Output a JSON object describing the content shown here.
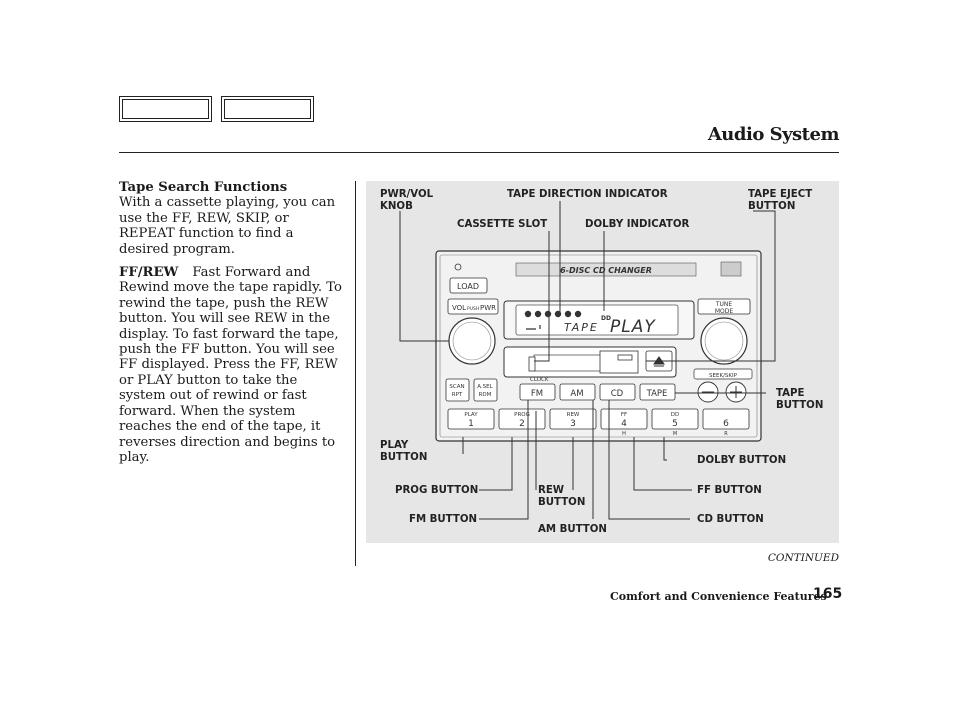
{
  "header": {
    "title": "Audio System"
  },
  "body": {
    "heading": "Tape Search Functions",
    "intro": "With a cassette playing, you can use the FF, REW, SKIP, or REPEAT function to find a desired program.",
    "ffrew_label": "FF/REW",
    "ffrew_text": "Fast Forward and Rewind move the tape rapidly. To rewind the tape, push the REW button. You will see REW in the display. To fast forward the tape, push the FF button. You will see FF displayed. Press the FF, REW or PLAY button to take the system out of rewind or fast forward. When the system reaches the end of the tape, it reverses direction and begins to play."
  },
  "figure": {
    "callouts": {
      "pwr_vol_knob": "PWR/VOL\nKNOB",
      "tape_direction_indicator": "TAPE DIRECTION INDICATOR",
      "tape_eject_button": "TAPE EJECT\nBUTTON",
      "cassette_slot": "CASSETTE SLOT",
      "dolby_indicator": "DOLBY INDICATOR",
      "tape_button": "TAPE\nBUTTON",
      "play_button": "PLAY\nBUTTON",
      "dolby_button": "DOLBY BUTTON",
      "prog_button": "PROG BUTTON",
      "rew_button": "REW\nBUTTON",
      "ff_button": "FF BUTTON",
      "fm_button": "FM BUTTON",
      "am_button": "AM BUTTON",
      "cd_button": "CD BUTTON"
    },
    "radio": {
      "brand_strip": "6-DISC CD CHANGER",
      "load": "LOAD",
      "vol": "VOL",
      "push": "PUSH",
      "pwr": "PWR",
      "tune": "TUNE",
      "mode": "MODE",
      "display_tape": "TAPE",
      "display_play": "PLAY",
      "dolby_mark": "DD",
      "clock": "CLOCK",
      "scan": "SCAN",
      "rpt": "RPT",
      "asel": "A.SEL",
      "rdm": "RDM",
      "seek_skip": "SEEK/SKIP",
      "band_buttons": [
        "FM",
        "AM",
        "CD",
        "TAPE"
      ],
      "preset_top": [
        "PLAY",
        "PROG",
        "REW",
        "FF",
        "DD",
        ""
      ],
      "preset_num": [
        "1",
        "2",
        "3",
        "4",
        "5",
        "6"
      ],
      "preset_sub": [
        "",
        "",
        "",
        "H",
        "M",
        "R"
      ]
    }
  },
  "footer": {
    "continued": "CONTINUED",
    "section": "Comfort and Convenience Features",
    "page_number": "165"
  }
}
